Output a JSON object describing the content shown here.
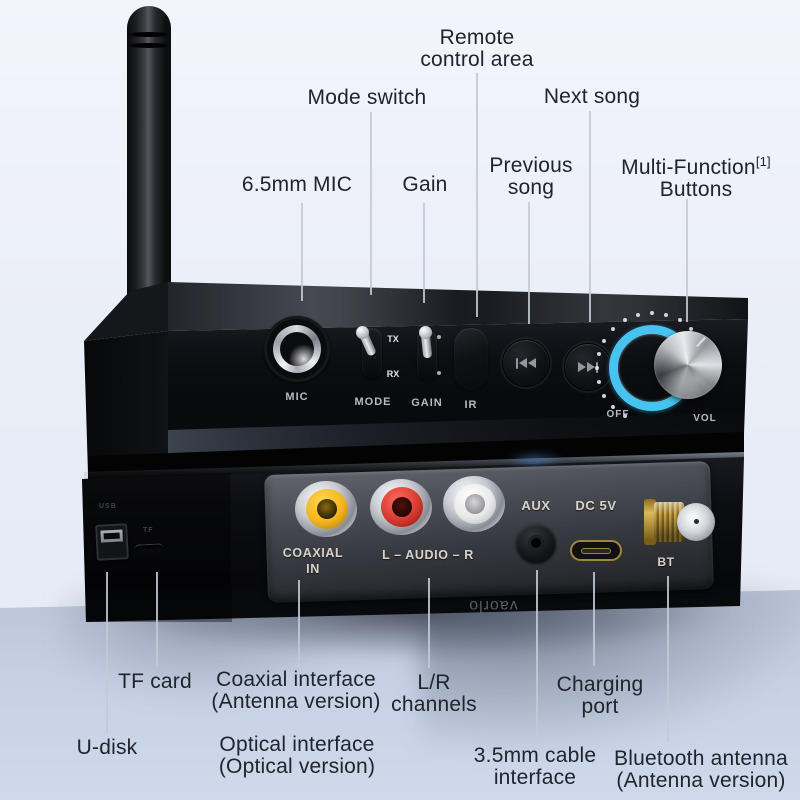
{
  "product": {
    "top_callouts": {
      "mic": "6.5mm MIC",
      "mode_switch": "Mode switch",
      "gain": "Gain",
      "remote_line1": "Remote",
      "remote_line2": "control area",
      "previous_line1": "Previous",
      "previous_line2": "song",
      "next_song": "Next song",
      "multi_line1": "Multi-Function",
      "multi_sup": "[1]",
      "multi_line2": "Buttons"
    },
    "bottom_callouts": {
      "tf_card": "TF card",
      "u_disk": "U-disk",
      "coaxial_line1": "Coaxial interface",
      "coaxial_line2": "(Antenna version)",
      "optical_line1": "Optical interface",
      "optical_line2": "(Optical version)",
      "lr_line1": "L/R",
      "lr_line2": "channels",
      "cable_line1": "3.5mm cable",
      "cable_line2": "interface",
      "charging_line1": "Charging",
      "charging_line2": "port",
      "bt_line1": "Bluetooth antenna",
      "bt_line2": "(Antenna version)"
    },
    "front_panel": {
      "mic": "MIC",
      "mode": "MODE",
      "gain": "GAIN",
      "ir": "IR",
      "tx": "TX",
      "rx": "RX",
      "off": "OFF",
      "vol": "VOL"
    },
    "rear_panel": {
      "coaxial_line1": "COAXIAL",
      "coaxial_line2": "IN",
      "audio": "L – AUDIO – R",
      "aux": "AUX",
      "dc": "DC 5V",
      "bt": "BT",
      "usb": "USB",
      "tf": "TF",
      "watermark": "vaorlo"
    },
    "colors": {
      "volume_ring": "#46c4ef"
    }
  }
}
